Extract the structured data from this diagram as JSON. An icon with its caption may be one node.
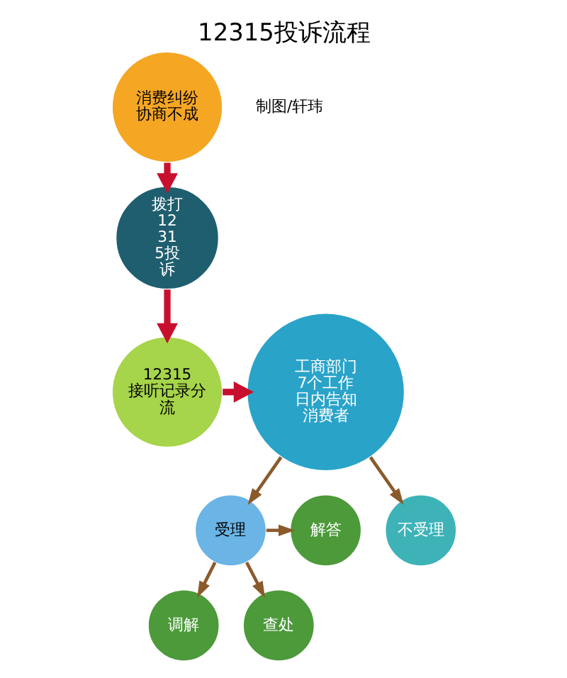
{
  "diagram": {
    "title": "12315投诉流程",
    "nodes": [
      {
        "text": [
          "消费纠纷协商不成"
        ]
      },
      {
        "text": [
          "拨打12315投诉"
        ]
      },
      {
        "text": [
          "12315接听记录分流"
        ]
      },
      {
        "text": [
          "工商部门7个工作日内告知消费者"
        ]
      },
      {
        "text": [
          "受理"
        ]
      },
      {
        "text": [
          "解答"
        ]
      },
      {
        "text": [
          "不受理"
        ]
      },
      {
        "text": [
          "调解"
        ]
      },
      {
        "text": [
          "查处"
        ]
      }
    ],
    "edges": [
      {
        "from": 0,
        "to": 1,
        "arrow": "to",
        "style": "thick",
        "color": "#c8102e"
      },
      {
        "from": 1,
        "to": 2,
        "arrow": "to",
        "style": "thick",
        "color": "#c8102e"
      },
      {
        "from": 2,
        "to": 3,
        "arrow": "to",
        "style": "thick",
        "color": "#c8102e"
      },
      {
        "from": 3,
        "to": 4,
        "arrow": "to"
      },
      {
        "from": 3,
        "to": 6,
        "arrow": "to"
      },
      {
        "from": 4,
        "to": 5,
        "arrow": "to"
      },
      {
        "from": 4,
        "to": 7,
        "arrow": "to"
      },
      {
        "from": 4,
        "to": 8,
        "arrow": "to"
      }
    ],
    "labels": [
      "制图/轩玮"
    ]
  }
}
